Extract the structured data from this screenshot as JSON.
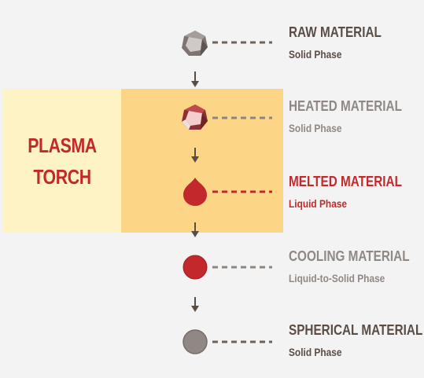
{
  "torch": {
    "line1": "PLASMA",
    "line2": "TORCH"
  },
  "steps": [
    {
      "title": "RAW MATERIAL",
      "phase": "Solid Phase",
      "icon": "raw-material-icon"
    },
    {
      "title": "HEATED MATERIAL",
      "phase": "Solid Phase",
      "icon": "heated-material-icon"
    },
    {
      "title": "MELTED MATERIAL",
      "phase": "Liquid Phase",
      "icon": "melted-droplet-icon"
    },
    {
      "title": "COOLING MATERIAL",
      "phase": "Liquid-to-Solid Phase",
      "icon": "cooling-sphere-icon"
    },
    {
      "title": "SPHERICAL MATERIAL",
      "phase": "Solid Phase",
      "icon": "spherical-material-icon"
    }
  ],
  "colors": {
    "dark_text": "#5a4d45",
    "muted_text": "#908884",
    "red": "#c1292c",
    "torch_light": "#fef3c5",
    "torch_dark": "#fdd587",
    "connector": "#6e625b"
  }
}
